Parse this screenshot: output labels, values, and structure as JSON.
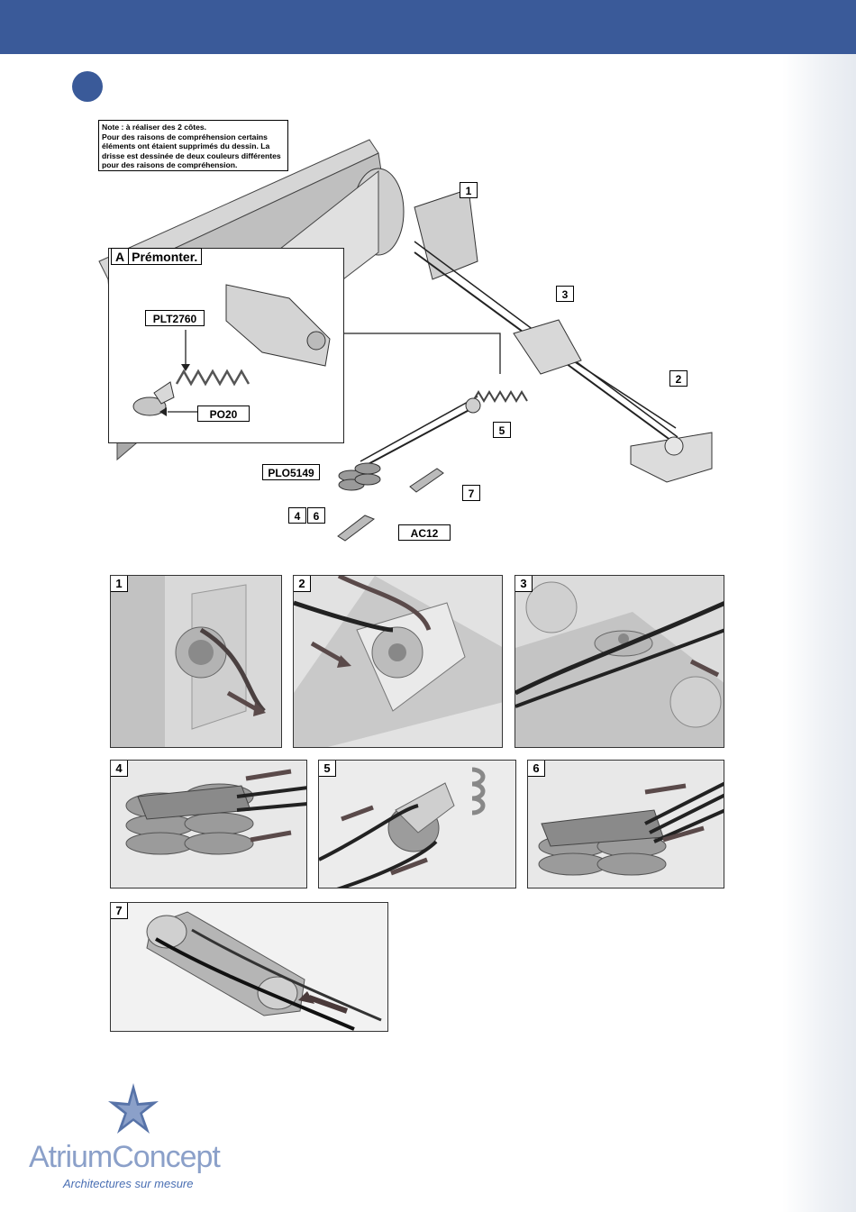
{
  "note": {
    "lines": [
      "Note : à réaliser des 2 côtes.",
      "Pour des raisons de compréhension certains",
      "éléments ont étaient supprimés du dessin. La",
      "drisse est dessinée de deux couleurs différentes",
      "pour des raisons de compréhension."
    ]
  },
  "panel_a": {
    "letter": "A",
    "title": "Prémonter."
  },
  "callouts": {
    "c1": "1",
    "c2": "2",
    "c3": "3",
    "c5": "5",
    "c7": "7",
    "c4": "4",
    "c6": "6",
    "plt2760": "PLT2760",
    "po20": "PO20",
    "plo5149": "PLO5149",
    "ac12": "AC12"
  },
  "photos": [
    "1",
    "2",
    "3",
    "4",
    "5",
    "6",
    "7"
  ],
  "logo": {
    "brand": "AtriumConcept",
    "tagline": "Architectures sur mesure"
  },
  "colors": {
    "header": "#3a5a99",
    "accent": "#3a5a99",
    "logo_text": "#8ba0c9"
  }
}
